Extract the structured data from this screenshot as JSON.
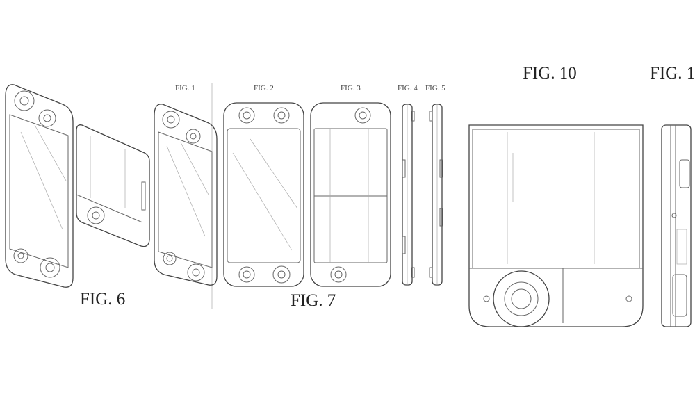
{
  "figures": {
    "fig1": "FIG. 1",
    "fig2": "FIG. 2",
    "fig3": "FIG. 3",
    "fig4": "FIG. 4",
    "fig5": "FIG. 5",
    "fig6": "FIG. 6",
    "fig7": "FIG. 7",
    "fig10": "FIG. 10",
    "fig11_partial": "FIG. 1"
  }
}
